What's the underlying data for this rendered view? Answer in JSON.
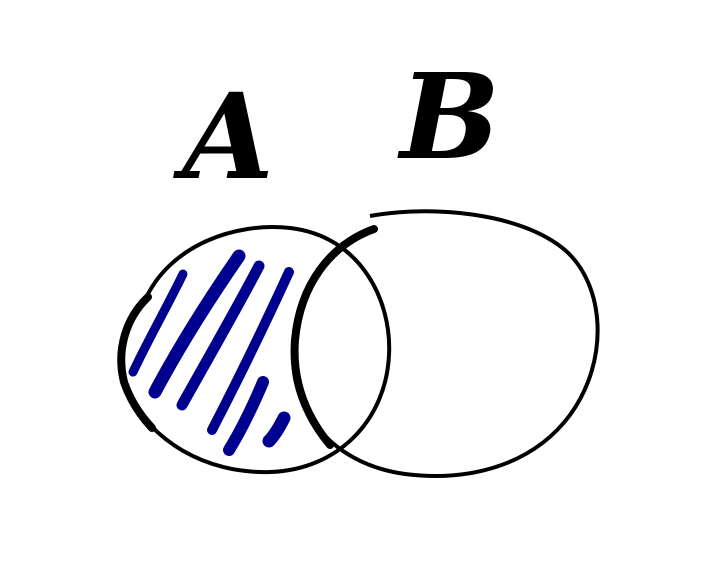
{
  "diagram": {
    "type": "venn",
    "sets": [
      {
        "id": "A",
        "label": "A"
      },
      {
        "id": "B",
        "label": "B"
      }
    ],
    "shaded_region": "A minus B",
    "colors": {
      "ink": "#000000",
      "shading": "#00008f",
      "background": "#ffffff"
    }
  }
}
